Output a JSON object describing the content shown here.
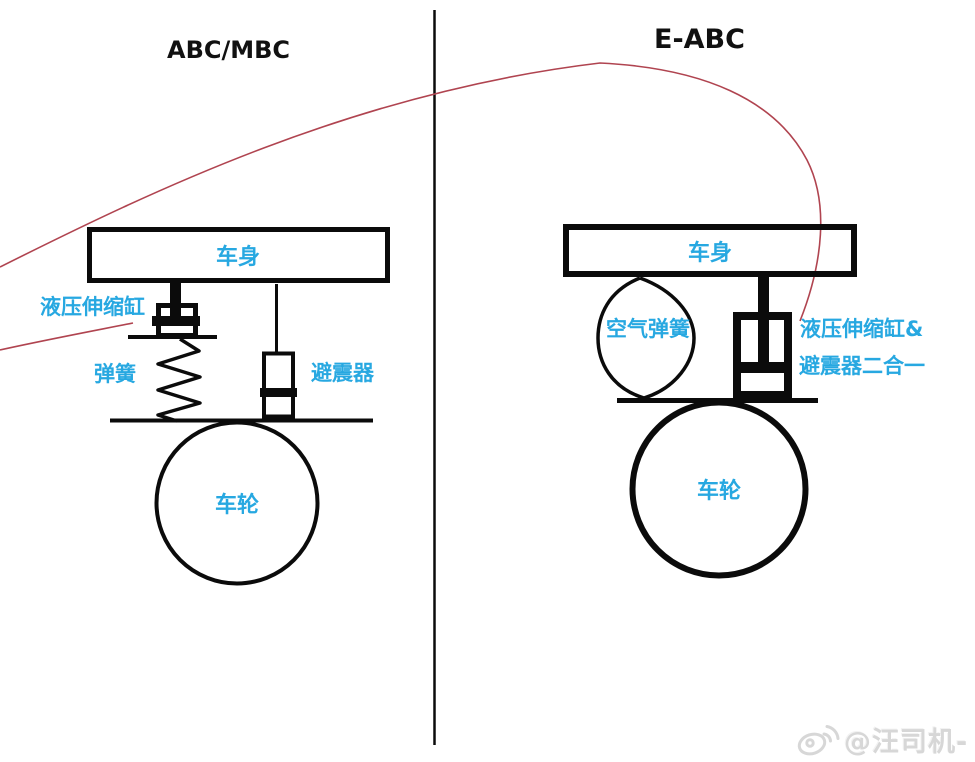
{
  "colors": {
    "accent_cyan": "#27a8e1",
    "line_black": "#0b0b0b",
    "annotation_red": "#b04450",
    "watermark_gray": "#d7d7d7",
    "background": "#ffffff"
  },
  "left_panel": {
    "title": "ABC/MBC",
    "body_label": "车身",
    "hydraulic_cylinder_label": "液压伸缩缸",
    "spring_label": "弹簧",
    "shock_absorber_label": "避震器",
    "wheel_label": "车轮"
  },
  "right_panel": {
    "title": "E-ABC",
    "body_label": "车身",
    "air_spring_label": "空气弹簧",
    "combined_unit_label_line1": "液压伸缩缸&",
    "combined_unit_label_line2": "避震器二合一",
    "wheel_label": "车轮"
  },
  "watermark": {
    "icon": "weibo-logo",
    "handle": "@汪司机-"
  }
}
